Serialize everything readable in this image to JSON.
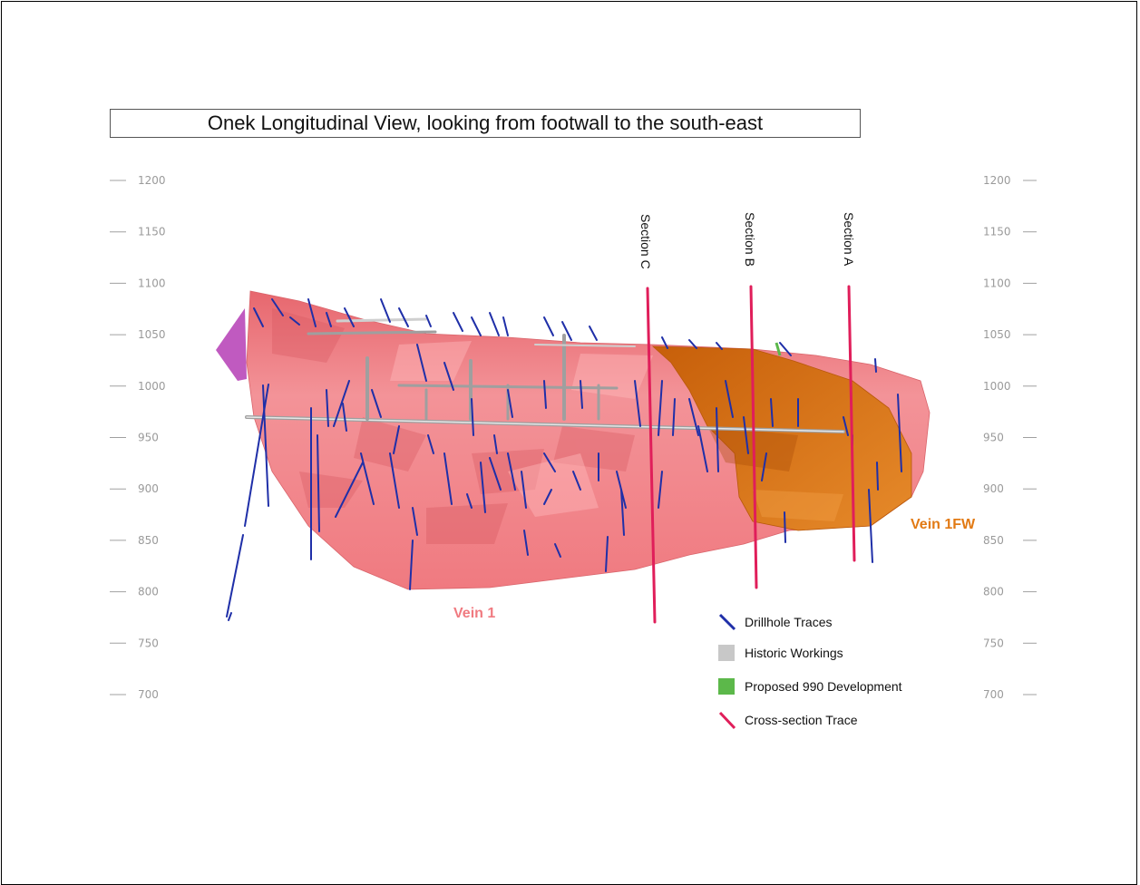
{
  "title": "Onek Longitudinal View, looking from footwall to the south-east",
  "elevation_axis": {
    "ticks": [
      "1200",
      "1150",
      "1100",
      "1050",
      "1000",
      "950",
      "900",
      "850",
      "800",
      "750",
      "700"
    ]
  },
  "sections": [
    {
      "label": "Section C"
    },
    {
      "label": "Section B"
    },
    {
      "label": "Section A"
    }
  ],
  "veins": {
    "vein1": {
      "label": "Vein 1",
      "color": "#f07a80"
    },
    "vein1fw": {
      "label": "Vein 1FW",
      "color": "#e27a14"
    }
  },
  "legend": [
    {
      "label": "Drillhole Traces",
      "color": "#1f2fa8",
      "symbol": "line"
    },
    {
      "label": "Historic Workings",
      "color": "#c8c8c8",
      "symbol": "square"
    },
    {
      "label": "Proposed 990 Development",
      "color": "#5cb84a",
      "symbol": "square"
    },
    {
      "label": "Cross-section Trace",
      "color": "#e01e5a",
      "symbol": "line"
    }
  ]
}
